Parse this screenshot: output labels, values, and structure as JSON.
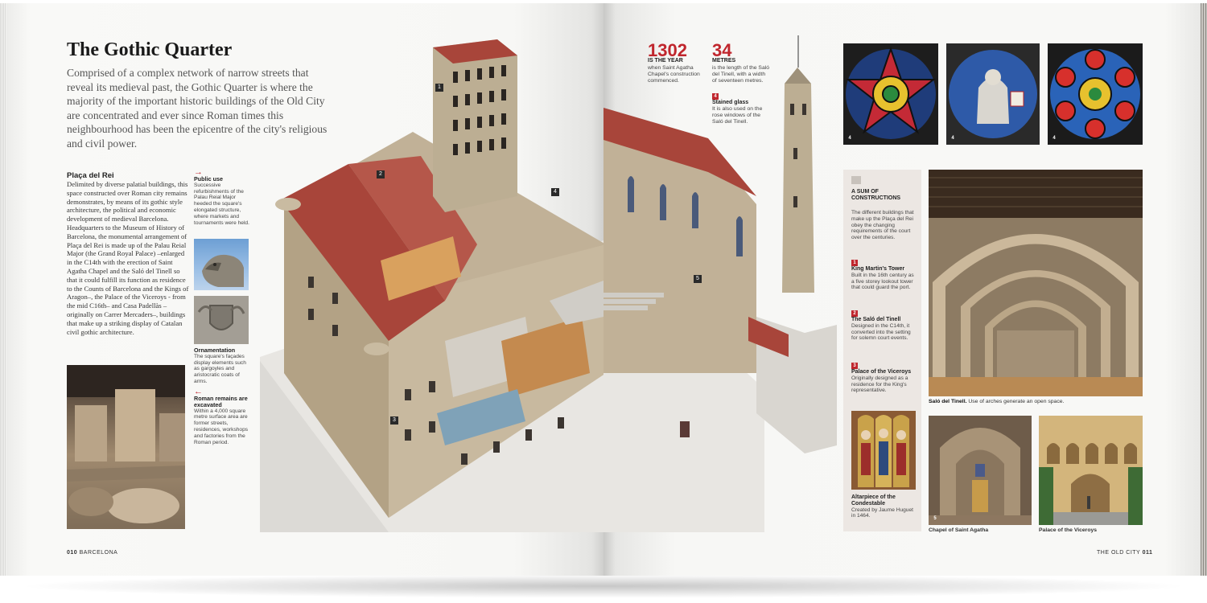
{
  "left_page": {
    "title": "The Gothic Quarter",
    "intro": "Comprised of a complex network of narrow streets that reveal its medieval past, the Gothic Quarter is where the majority of the important historic buildings of the Old City are concentrated and ever since Roman times this neighbourhood has been the epicentre of the city's religious and civil power.",
    "section_heading": "Plaça del Rei",
    "section_body": "Delimited by diverse palatial buildings, this space constructed over Roman city remains demonstrates, by means of its gothic style architecture, the political and economic development of medieval Barcelona. Headquarters to the Museum of History of Barcelona, the monumental arrangement of Plaça del Rei is made up of the Palau Reial Major (the Grand Royal Palace) –enlarged in the C14th with the erection of Saint Agatha Chapel and the Saló del Tinell so that it could fulfill its function as residence to the Counts of Barcelona and the Kings of Aragon–, the Palace of the Viceroys - from the mid C16th– and Casa Padellàs –originally on Carrer Mercaders–, buildings that make up a striking display of Catalan civil gothic architecture.",
    "notes": [
      {
        "arrow": "→",
        "title": "Public use",
        "text": "Successive refurbishments of the Palau Reial Major heeded the square's elongated structure, where markets and tournaments were held."
      },
      {
        "arrow": "",
        "title": "Ornamentation",
        "text": "The square's façades display elements such as gargoyles and aristocratic coats of arms."
      },
      {
        "arrow": "←",
        "title": "Roman remains are excavated",
        "text": "Within a 4,000 square metre surface area are former streets, residences, workshops and factories from the Roman period."
      }
    ],
    "folio_num": "010",
    "folio_label": "BARCELONA",
    "markers": [
      "1",
      "2",
      "3",
      "4",
      "5"
    ]
  },
  "right_page": {
    "stats": [
      {
        "num": "1302",
        "label": "IS THE YEAR",
        "text": "when Saint Agatha Chapel's construction commenced."
      },
      {
        "num": "34",
        "label": "METRES",
        "text": "is the length of the Saló del Tinell, with a width of seventeen metres."
      }
    ],
    "stained_glass": {
      "badge": "4",
      "title": "Stained glass",
      "text": "It is also used on the rose windows of the Saló del Tinell."
    },
    "window_badges": [
      "4",
      "4",
      "4"
    ],
    "sidebar": {
      "heading": "A SUM OF CONSTRUCTIONS",
      "intro": "The different buildings that make up the Plaça del Rei obey the changing requirements of the court over the centuries.",
      "items": [
        {
          "badge": "1",
          "title": "King Martin's Tower",
          "text": "Built in the 16th century as a five storey lookout tower that could guard the port."
        },
        {
          "badge": "2",
          "title": "The Saló del Tinell",
          "text": "Designed in the C14th, it converted into the setting for solemn court events."
        },
        {
          "badge": "3",
          "title": "Palace of the Viceroys",
          "text": "Originally designed as a residence for the King's representative."
        }
      ],
      "altarpiece_title": "Altarpiece of the Condestable",
      "altarpiece_text": "Created by Jaume Huguet in 1464."
    },
    "hall_caption_bold": "Saló del Tinell.",
    "hall_caption": " Use of arches generate an open space.",
    "chapel_badge": "5",
    "chapel_caption": "Chapel of Saint Agatha",
    "palace_caption": "Palace of the Viceroys",
    "folio_label": "THE OLD CITY",
    "folio_num": "011"
  },
  "colors": {
    "accent": "#c0262d",
    "roof": "#a8453a",
    "stone": "#b8a88e",
    "sidebar_bg": "#ece7e3"
  }
}
